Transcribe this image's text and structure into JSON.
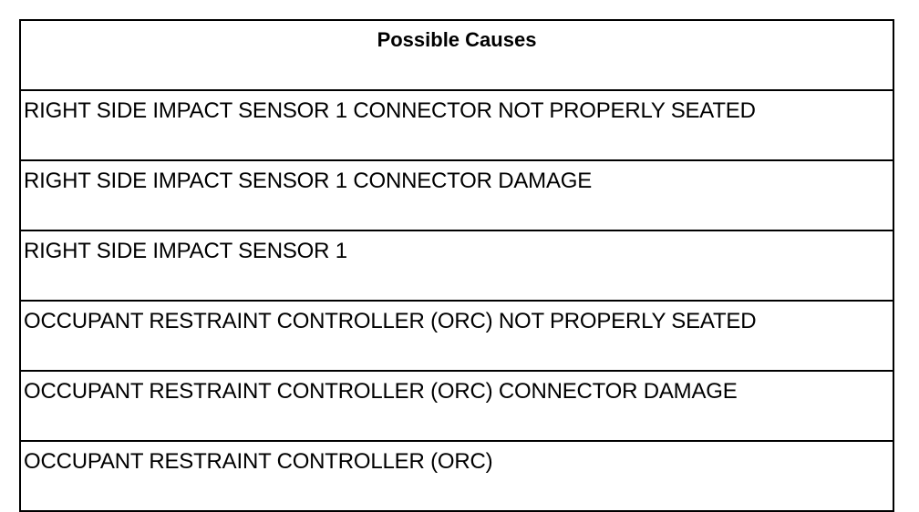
{
  "table": {
    "header": "Possible Causes",
    "rows": [
      "RIGHT SIDE IMPACT SENSOR 1 CONNECTOR NOT PROPERLY SEATED",
      "RIGHT SIDE IMPACT SENSOR 1 CONNECTOR DAMAGE",
      "RIGHT SIDE IMPACT SENSOR 1",
      "OCCUPANT RESTRAINT CONTROLLER (ORC) NOT PROPERLY SEATED",
      "OCCUPANT RESTRAINT CONTROLLER (ORC) CONNECTOR DAMAGE",
      "OCCUPANT RESTRAINT CONTROLLER (ORC)"
    ]
  }
}
